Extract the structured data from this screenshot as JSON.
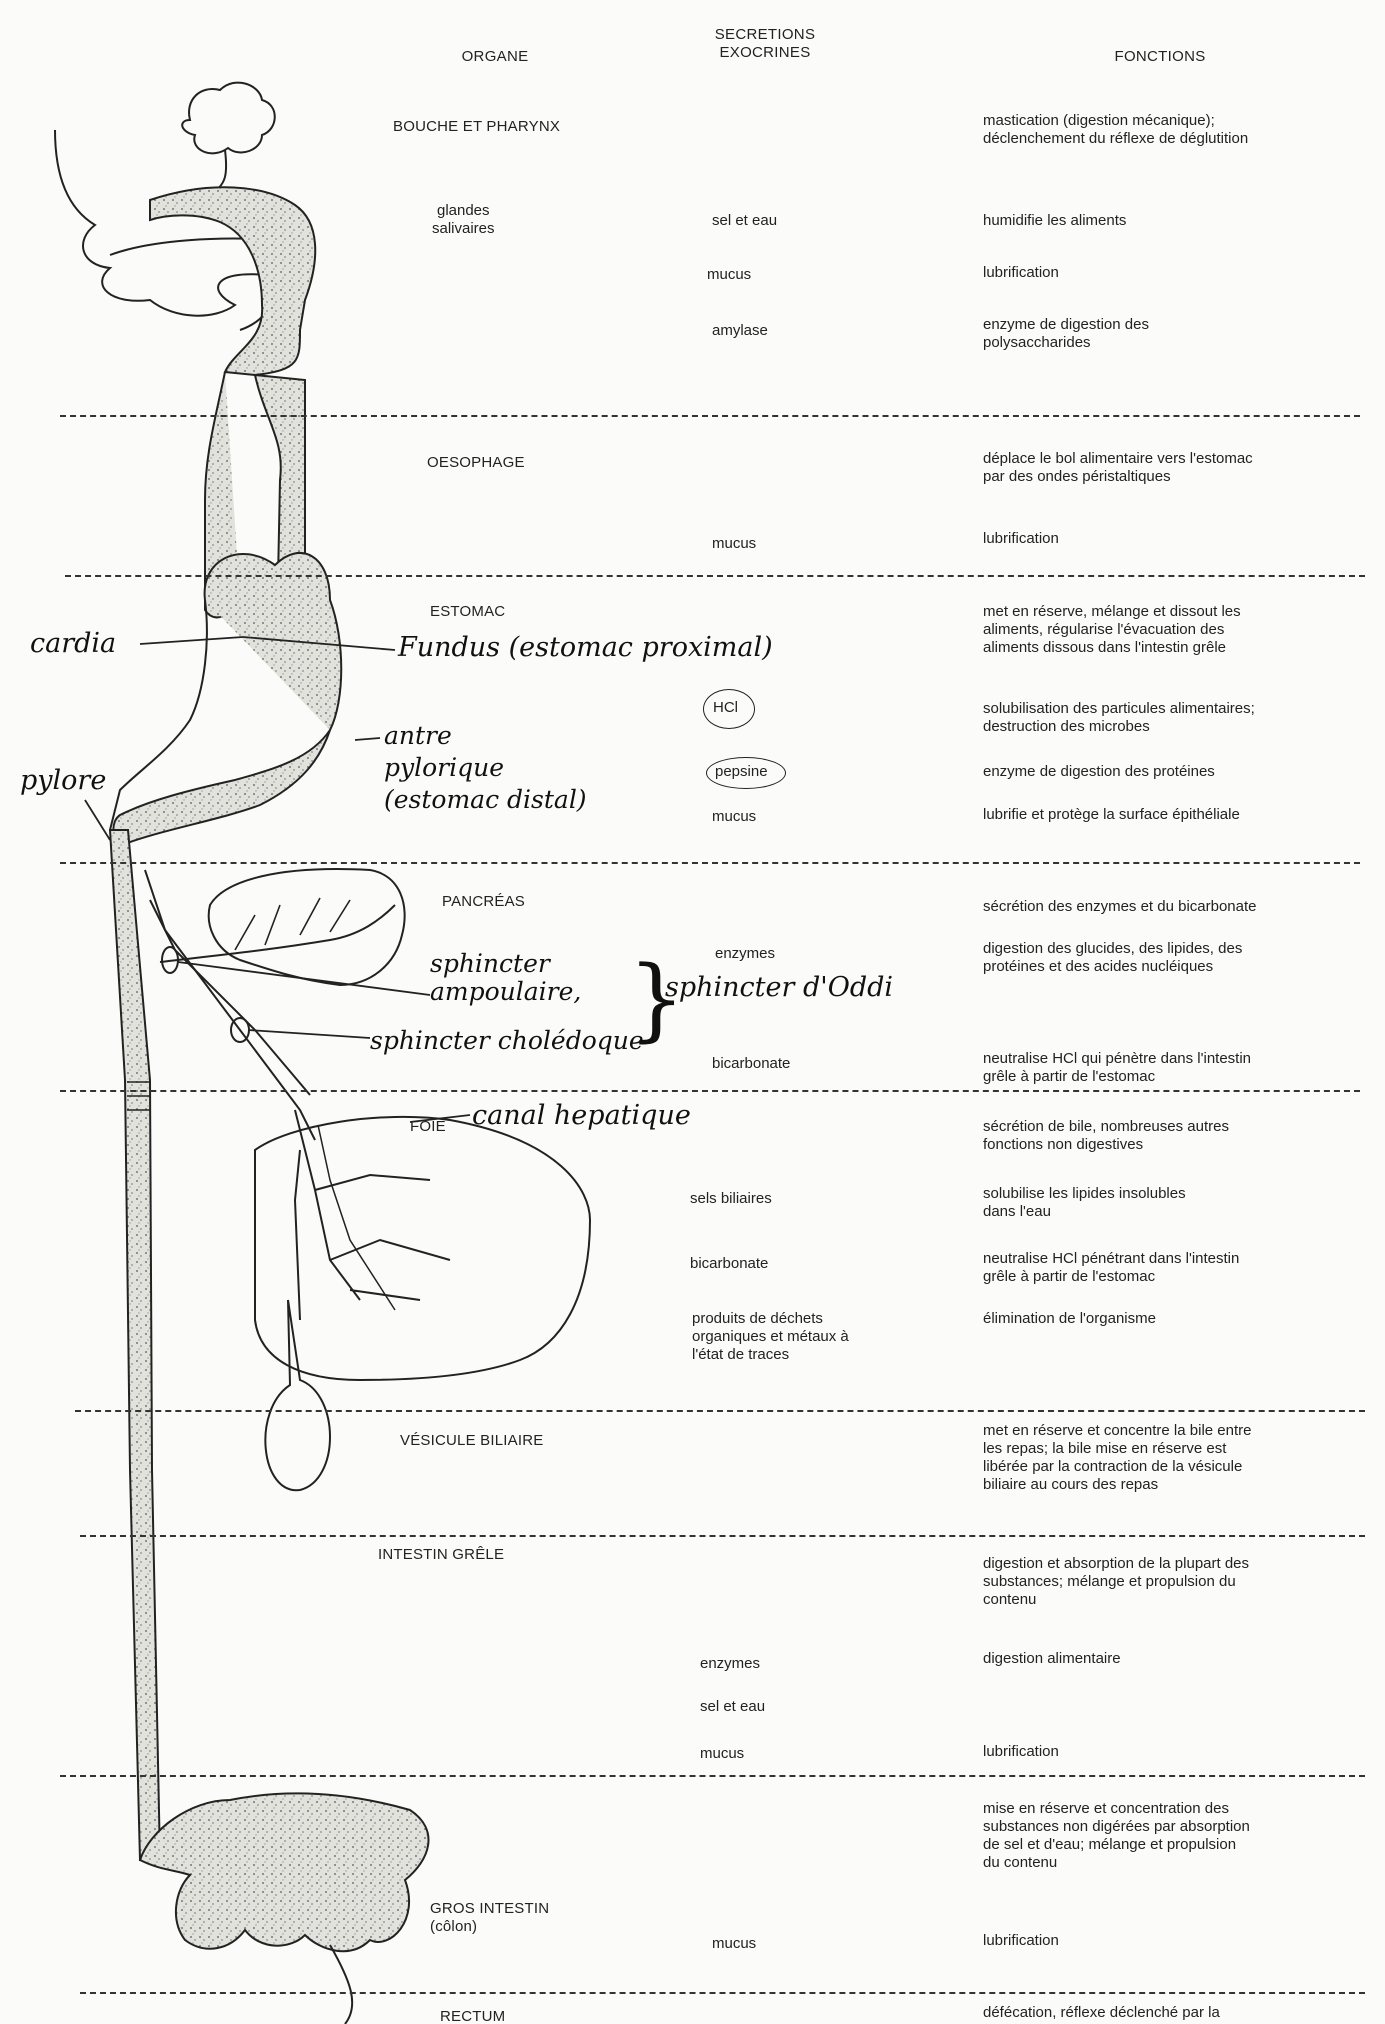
{
  "headers": {
    "organ": "ORGANE",
    "secretions": "SECRETIONS\nEXOCRINES",
    "functions": "FONCTIONS"
  },
  "sections": [
    {
      "organ": "BOUCHE ET PHARYNX",
      "rows": [
        {
          "function": "mastication (digestion mécanique);\ndéclenchement du réflexe de déglutition"
        },
        {
          "secretion": "sel et eau",
          "function": "humidifie les aliments"
        },
        {
          "secretion": "mucus",
          "function": "lubrification"
        },
        {
          "secretion": "amylase",
          "function": "enzyme de digestion des\npolysaccharides"
        }
      ],
      "sub_organ": "glandes\nsalivaires"
    },
    {
      "organ": "OESOPHAGE",
      "rows": [
        {
          "function": "déplace le bol alimentaire vers l'estomac\npar des ondes péristaltiques"
        },
        {
          "secretion": "mucus",
          "function": "lubrification"
        }
      ]
    },
    {
      "organ": "ESTOMAC",
      "rows": [
        {
          "function": "met en réserve, mélange et dissout les\naliments, régularise l'évacuation des\naliments dissous dans l'intestin grêle"
        },
        {
          "secretion": "HCl",
          "function": "solubilisation des particules alimentaires;\ndestruction des microbes"
        },
        {
          "secretion": "pepsine",
          "function": "enzyme de digestion des protéines"
        },
        {
          "secretion": "mucus",
          "function": "lubrifie et protège la surface épithéliale"
        }
      ]
    },
    {
      "organ": "PANCRÉAS",
      "rows": [
        {
          "function": "sécrétion des enzymes et du bicarbonate"
        },
        {
          "secretion": "enzymes",
          "function": "digestion des glucides, des lipides, des\nprotéines et des acides nucléiques"
        },
        {
          "secretion": "bicarbonate",
          "function": "neutralise HCl qui pénètre dans l'intestin\ngrêle à partir de l'estomac"
        }
      ]
    },
    {
      "organ": "FOIE",
      "rows": [
        {
          "function": "sécrétion de bile, nombreuses autres\nfonctions non digestives"
        },
        {
          "secretion": "sels biliaires",
          "function": "solubilise les lipides insolubles\ndans l'eau"
        },
        {
          "secretion": "bicarbonate",
          "function": "neutralise HCl pénétrant dans l'intestin\ngrêle à partir de l'estomac"
        },
        {
          "secretion": "produits de déchets\norganiques et métaux à\nl'état de traces",
          "function": "élimination de l'organisme"
        }
      ]
    },
    {
      "organ": "VÉSICULE BILIAIRE",
      "rows": [
        {
          "function": "met en réserve et concentre la bile entre\nles repas; la bile mise en réserve est\nlibérée par la contraction de la vésicule\nbiliaire au cours des repas"
        }
      ]
    },
    {
      "organ": "INTESTIN GRÊLE",
      "rows": [
        {
          "function": "digestion et absorption de la plupart des\nsubstances; mélange et propulsion du\ncontenu"
        },
        {
          "secretion": "enzymes",
          "function": "digestion alimentaire"
        },
        {
          "secretion": "sel et eau"
        },
        {
          "secretion": "mucus",
          "function": "lubrification"
        }
      ]
    },
    {
      "organ": "GROS INTESTIN\n(côlon)",
      "rows": [
        {
          "function": "mise en réserve et concentration des\nsubstances non digérées par absorption\nde sel et d'eau; mélange et propulsion\ndu contenu"
        },
        {
          "secretion": "mucus",
          "function": "lubrification"
        }
      ]
    },
    {
      "organ": "RECTUM",
      "rows": [
        {
          "function": "défécation, réflexe déclenché par la"
        }
      ]
    }
  ],
  "handwritten": {
    "cardia": "cardia",
    "fundus": "Fundus (estomac proximal)",
    "antre": "antre\npylorique\n(estomac distal)",
    "pylore": "pylore",
    "sphincter_ampoulaire": "sphincter\nampoulaire,",
    "sphincter_oddi": "sphincter d'Oddi",
    "sphincter_choledoque": "sphincter cholédoque",
    "canal_hepatique": "canal hepatique"
  },
  "colors": {
    "ink": "#222222",
    "paper": "#fbfbf9",
    "tract_fill": "#d8d8d2"
  }
}
